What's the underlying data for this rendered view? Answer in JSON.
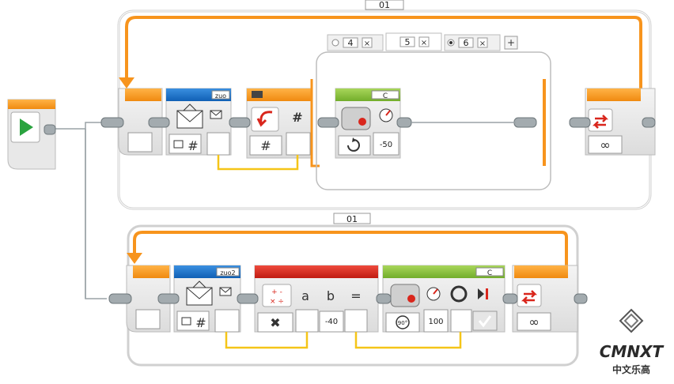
{
  "loop1": {
    "name": "01",
    "tabs": [
      {
        "label": "4",
        "selected": false
      },
      {
        "label": "5",
        "selected": false
      },
      {
        "label": "6",
        "selected": true
      }
    ],
    "tab_close_glyph": "×",
    "tab_add_glyph": "+"
  },
  "loop2": {
    "name": "01"
  },
  "blocks": {
    "message1": {
      "name": "zuo",
      "mode_glyph": "#"
    },
    "switch": {
      "mode_glyph": "#",
      "input_glyph": "#"
    },
    "motor1": {
      "port": "C",
      "value": "-50"
    },
    "message2": {
      "name": "zuo2",
      "mode_glyph": "#"
    },
    "math": {
      "ops": "+ -\n× ÷",
      "a": "a",
      "b": "b",
      "eq": "=",
      "op_glyph": "✖",
      "b_value": "-40"
    },
    "motor2": {
      "port": "C",
      "deg": "90°",
      "value": "100"
    },
    "loop_infinity": "∞"
  },
  "logo": {
    "text": "CMNXT",
    "subtitle": "中文乐高"
  },
  "colors": {
    "orange": "#f7941d",
    "blue": "#1a73c9",
    "green": "#8cc63f",
    "red": "#d9261c",
    "yellow": "#f5c518",
    "gray": "#5f6b70"
  }
}
